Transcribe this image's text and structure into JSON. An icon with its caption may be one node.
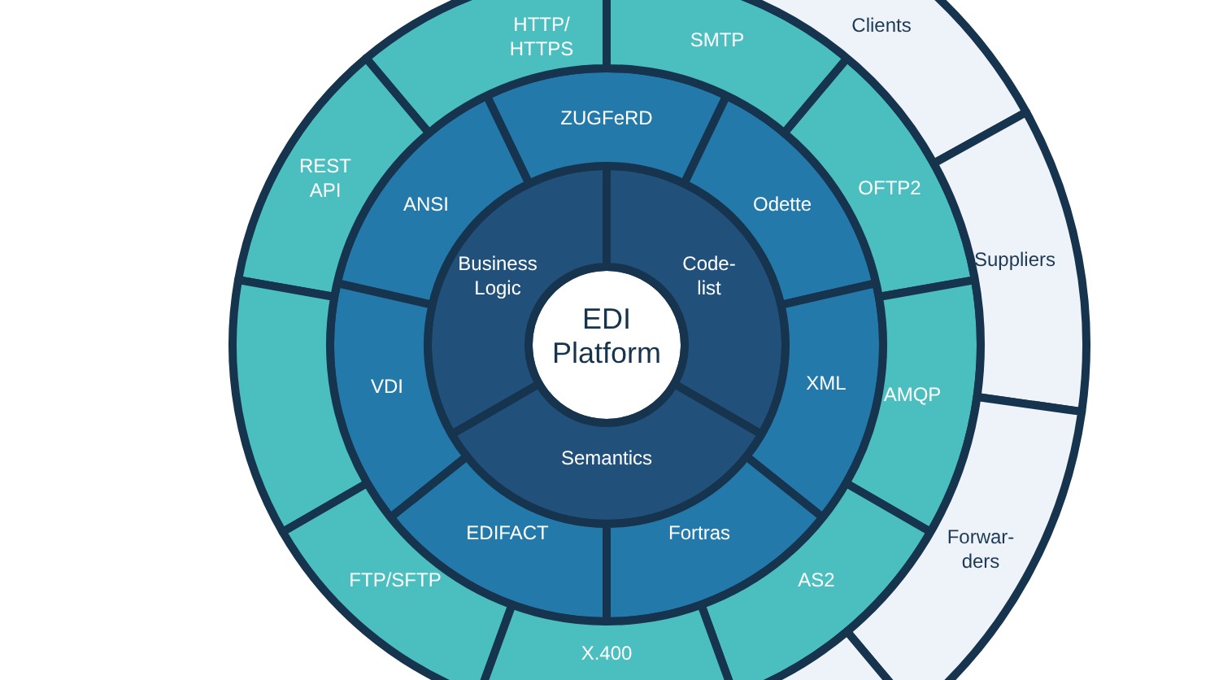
{
  "diagram": {
    "nodes": [
      {
        "text": [
          "EDI Platform"
        ]
      },
      {
        "text": [
          "Business Logic"
        ]
      },
      {
        "text": [
          "Code- list"
        ]
      },
      {
        "text": [
          "Semantics"
        ]
      },
      {
        "text": [
          "ZUGFeRD"
        ]
      },
      {
        "text": [
          "ANSI"
        ]
      },
      {
        "text": [
          "Odette"
        ]
      },
      {
        "text": [
          "VDI"
        ]
      },
      {
        "text": [
          "XML"
        ]
      },
      {
        "text": [
          "EDIFACT"
        ]
      },
      {
        "text": [
          "Fortras"
        ]
      },
      {
        "text": [
          "HTTP/ HTTPS"
        ]
      },
      {
        "text": [
          "SMTP"
        ]
      },
      {
        "text": [
          "REST API"
        ]
      },
      {
        "text": [
          "OFTP2"
        ]
      },
      {
        "text": [],
        "shape": "arc"
      },
      {
        "text": [
          "AMQP"
        ]
      },
      {
        "text": [
          "FTP/SFTP"
        ]
      },
      {
        "text": [
          "AS2"
        ]
      },
      {
        "text": [
          "X.400"
        ]
      },
      {
        "text": [
          "Clients"
        ]
      },
      {
        "text": [
          "Suppliers"
        ]
      },
      {
        "text": [
          "Forwar- ders"
        ]
      },
      {
        "text": [],
        "shape": "arc"
      }
    ]
  }
}
